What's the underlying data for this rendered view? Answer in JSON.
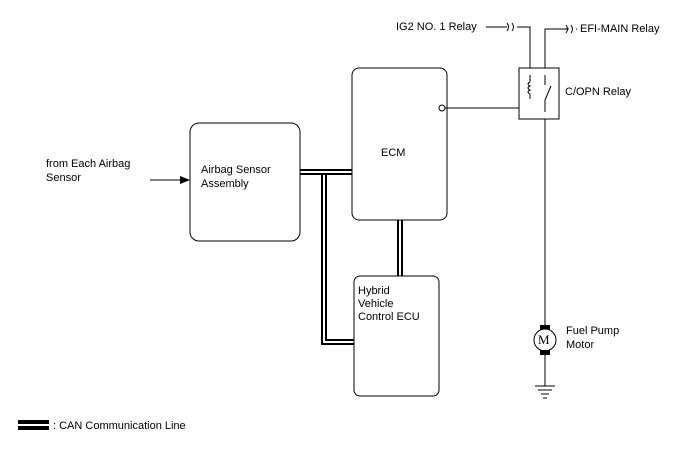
{
  "components": {
    "airbag_sensor_assembly": [
      "Airbag Sensor",
      "Assembly"
    ],
    "ecm": "ECM",
    "hybrid_vehicle_control_ecu": [
      "Hybrid",
      "Vehicle",
      "Control ECU"
    ],
    "copn_relay": "C/OPN Relay",
    "fuel_pump_motor": [
      "Fuel Pump",
      "Motor"
    ],
    "motor_symbol": "M"
  },
  "inputs": {
    "from_airbag_sensor": [
      "from Each Airbag",
      "Sensor"
    ],
    "ig2_relay": "IG2 NO. 1 Relay",
    "efi_main_relay": "EFI-MAIN Relay"
  },
  "legend": {
    "can_line": ": CAN Communication Line"
  }
}
